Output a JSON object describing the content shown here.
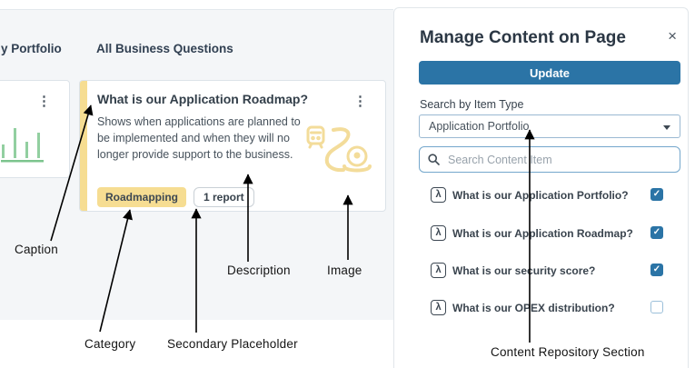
{
  "tabs": {
    "portfolio": "y Portfolio",
    "business_questions": "All Business Questions"
  },
  "card": {
    "title": "What is our Application Roadmap?",
    "description": "Shows when applications are planned to be implemented and when they will no longer provide support to the business.",
    "category_tag": "Roadmapping",
    "secondary_placeholder": "1 report"
  },
  "panel": {
    "title": "Manage Content on Page",
    "update_button": "Update",
    "item_type_label": "Search by Item Type",
    "item_type_value": "Application Portfolio",
    "search_placeholder": "Search Content Item",
    "items": [
      {
        "label": "What is our Application Portfolio?",
        "checked": true
      },
      {
        "label": "What is our Application Roadmap?",
        "checked": true
      },
      {
        "label": "What is our security score?",
        "checked": true
      },
      {
        "label": "What is our OPEX distribution?",
        "checked": false
      }
    ]
  },
  "icons": {
    "kebab": "⋮",
    "close": "×",
    "checkmark": "✓",
    "list_item_glyph": "λ"
  },
  "annotations": {
    "caption": "Caption",
    "category": "Category",
    "secondary_placeholder": "Secondary Placeholder",
    "description": "Description",
    "image": "Image",
    "content_repository": "Content Repository Section"
  },
  "colors": {
    "accent_blue": "#2b74a6",
    "accent_yellow": "#f6dd92",
    "bar_green": "#92cfa0",
    "page_bg": "#f4f6f8"
  }
}
